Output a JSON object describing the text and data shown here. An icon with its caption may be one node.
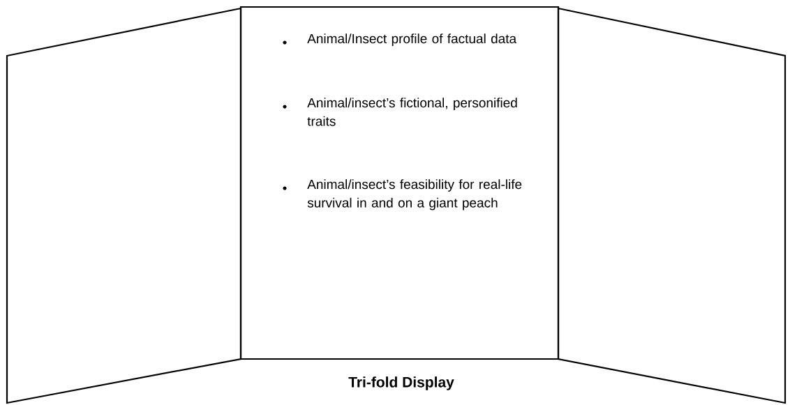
{
  "diagram": {
    "title": "Tri-fold Display",
    "nodes": [
      {
        "text": [],
        "shape": "box"
      },
      {
        "text": [
          "Animal/Insect profile of factual data",
          "Animal/insect’s fictional, personified traits",
          "Animal/insect’s feasibility for real-life survival in and on a giant peach"
        ]
      },
      {
        "text": [],
        "shape": "box"
      }
    ]
  }
}
